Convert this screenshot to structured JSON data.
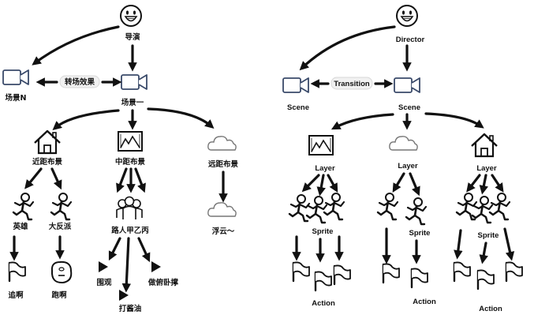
{
  "left_diagram": {
    "director": "导演",
    "scene_current": "场景一",
    "scene_other": "场景N",
    "transition": "转场效果",
    "layer_near": "近距布景",
    "layer_mid": "中距布景",
    "layer_far": "远距布景",
    "sprite_hero": "英雄",
    "sprite_villain": "大反派",
    "sprite_extras": "路人甲乙丙",
    "sprite_cloud": "浮云～",
    "action_chase": "追啊",
    "action_run": "跑啊",
    "action_watch": "围观",
    "action_soy": "打酱油",
    "action_pushup": "做俯卧撑"
  },
  "right_diagram": {
    "director": "Director",
    "scene_left": "Scene",
    "scene_right": "Scene",
    "transition": "Transition",
    "layer_1": "Layer",
    "layer_2": "Layer",
    "layer_3": "Layer",
    "sprite_1": "Sprite",
    "sprite_2": "Sprite",
    "sprite_3": "Sprite",
    "action_1": "Action",
    "action_2": "Action",
    "action_3": "Action"
  }
}
